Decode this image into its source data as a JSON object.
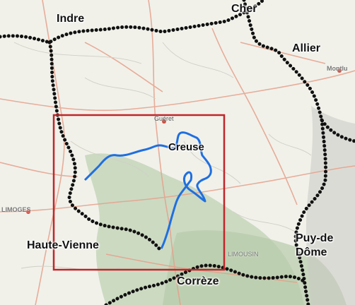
{
  "map": {
    "regions": {
      "indre": "Indre",
      "cher": "Cher",
      "allier": "Allier",
      "creuse": "Creuse",
      "haute_vienne": "Haute-Vienne",
      "puy_de_dome": "Puy-de\nDôme",
      "correze": "Corrèze"
    },
    "towns": {
      "gueret": "Guéret",
      "limoges": "LIMOGES",
      "montlucon": "Montlu",
      "limousin": "LIMOUSIN"
    }
  },
  "colors": {
    "department_border": "#111111",
    "route": "#1f6fe0",
    "focus_box": "#c0262a",
    "terrain_highland": "#b9cdb0",
    "roads": "#e6a08a"
  }
}
